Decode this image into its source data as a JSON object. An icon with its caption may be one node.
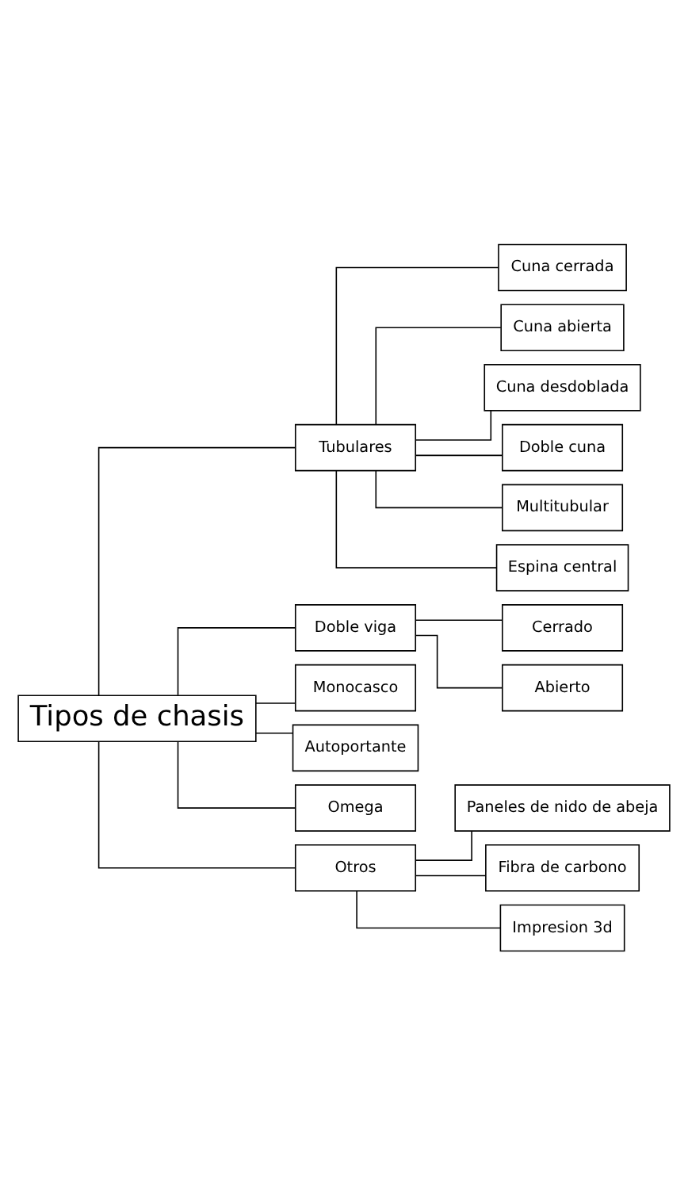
{
  "diagram": {
    "nodes": [
      {
        "text": [
          "Tipos de chasis"
        ]
      },
      {
        "text": [
          "Tubulares"
        ]
      },
      {
        "text": [
          "Cuna cerrada"
        ]
      },
      {
        "text": [
          "Cuna abierta"
        ]
      },
      {
        "text": [
          "Cuna desdoblada"
        ]
      },
      {
        "text": [
          "Doble cuna"
        ]
      },
      {
        "text": [
          "Multitubular"
        ]
      },
      {
        "text": [
          "Espina central"
        ]
      },
      {
        "text": [
          "Doble viga"
        ]
      },
      {
        "text": [
          "Cerrado"
        ]
      },
      {
        "text": [
          "Abierto"
        ]
      },
      {
        "text": [
          "Monocasco"
        ]
      },
      {
        "text": [
          "Autoportante"
        ]
      },
      {
        "text": [
          "Omega"
        ]
      },
      {
        "text": [
          "Otros"
        ]
      },
      {
        "text": [
          "Paneles de nido de abeja"
        ]
      },
      {
        "text": [
          "Fibra de carbono"
        ]
      },
      {
        "text": [
          "Impresion 3d"
        ]
      }
    ],
    "edges": [
      {
        "from": 0,
        "to": 1,
        "arrow": "none"
      },
      {
        "from": 1,
        "to": 2,
        "arrow": "none"
      },
      {
        "from": 1,
        "to": 3,
        "arrow": "none"
      },
      {
        "from": 1,
        "to": 4,
        "arrow": "none"
      },
      {
        "from": 1,
        "to": 5,
        "arrow": "none"
      },
      {
        "from": 1,
        "to": 6,
        "arrow": "none"
      },
      {
        "from": 1,
        "to": 7,
        "arrow": "none"
      },
      {
        "from": 0,
        "to": 8,
        "arrow": "none"
      },
      {
        "from": 8,
        "to": 9,
        "arrow": "none"
      },
      {
        "from": 8,
        "to": 10,
        "arrow": "none"
      },
      {
        "from": 0,
        "to": 11,
        "arrow": "none"
      },
      {
        "from": 0,
        "to": 12,
        "arrow": "none"
      },
      {
        "from": 0,
        "to": 13,
        "arrow": "none"
      },
      {
        "from": 0,
        "to": 14,
        "arrow": "none"
      },
      {
        "from": 14,
        "to": 15,
        "arrow": "none"
      },
      {
        "from": 14,
        "to": 16,
        "arrow": "none"
      },
      {
        "from": 14,
        "to": 17,
        "arrow": "none"
      }
    ]
  }
}
